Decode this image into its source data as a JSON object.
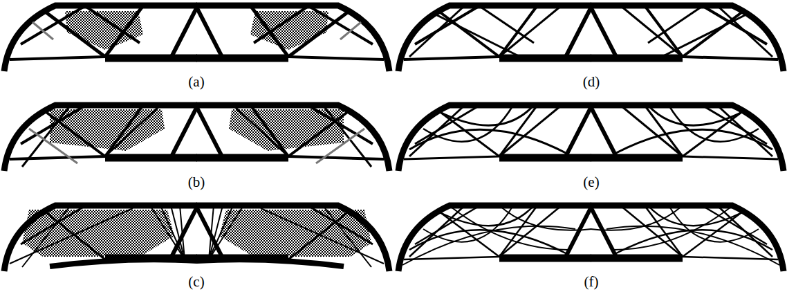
{
  "diagram": {
    "labels": [
      "(a)",
      "(d)",
      "(b)",
      "(e)",
      "(c)",
      "(f)"
    ]
  }
}
